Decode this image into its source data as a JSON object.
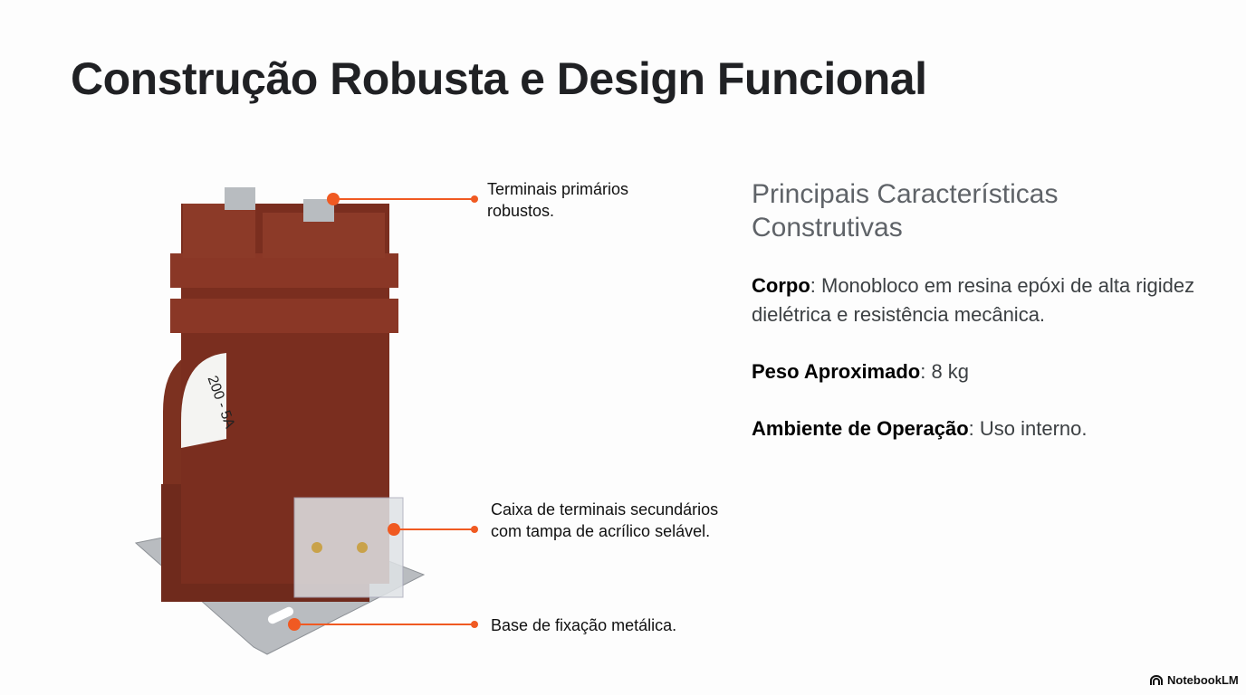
{
  "title": "Construção Robusta e Design Funcional",
  "product_image": {
    "label_text": "200 - 5A"
  },
  "callouts": [
    {
      "text": "Terminais primários robustos."
    },
    {
      "text": "Caixa de terminais secundários com tampa de acrílico selável."
    },
    {
      "text": "Base de fixação metálica."
    }
  ],
  "features": {
    "heading": "Principais Características Construtivas",
    "items": [
      {
        "label": "Corpo",
        "text": ": Monobloco em resina epóxi de alta rigidez dielétrica e resistência mecânica."
      },
      {
        "label": "Peso Aproximado",
        "text": ": 8 kg"
      },
      {
        "label": "Ambiente de Operação",
        "text": ": Uso interno."
      }
    ]
  },
  "branding": {
    "name": "NotebookLM"
  },
  "colors": {
    "accent": "#f05a22",
    "body": "#7a2e1f"
  }
}
